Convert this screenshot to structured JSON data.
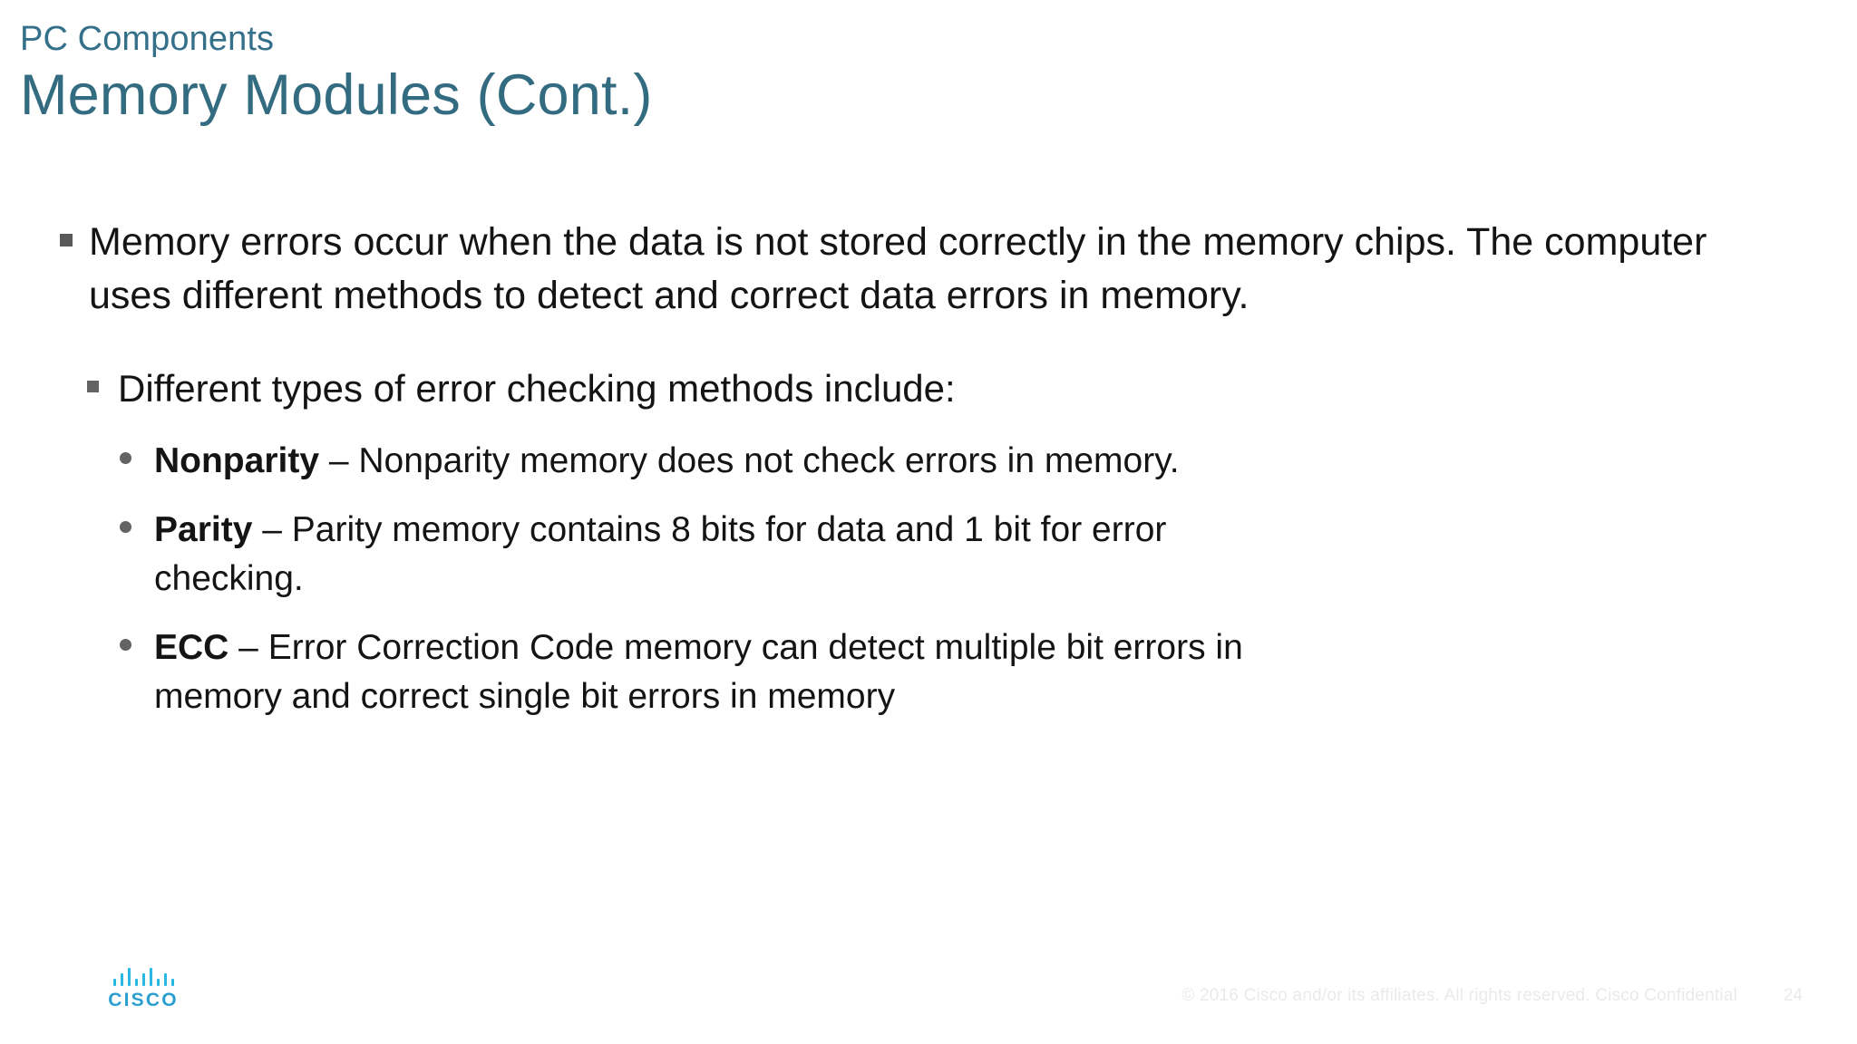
{
  "slide": {
    "eyebrow": "PC Components",
    "title": "Memory Modules (Cont.)",
    "accent_color": "#336C80",
    "background_color": "#ffffff",
    "body_text_color": "#141414"
  },
  "content": {
    "level1": [
      {
        "bullet": "square",
        "text": "Memory errors occur when the data is not stored correctly in the memory chips. The computer uses different methods to detect and correct data errors in memory."
      }
    ],
    "level2": [
      {
        "bullet": "square",
        "text": "Different types of error checking methods include:"
      }
    ],
    "level3": [
      {
        "bullet": "dot",
        "term": "Nonparity",
        "dash": " – ",
        "text": "Nonparity memory does not check errors in memory."
      },
      {
        "bullet": "dot",
        "term": "Parity",
        "dash": " – ",
        "text": "Parity memory contains 8 bits for data and 1 bit for error checking."
      },
      {
        "bullet": "dot",
        "term": "ECC",
        "dash": " – ",
        "text": "Error Correction Code memory can detect multiple bit errors in memory and correct single bit errors in memory"
      }
    ]
  },
  "footer": {
    "logo_name": "cisco-logo",
    "logo_wordmark": "CISCO",
    "logo_color": "#29B8E4",
    "copyright": "© 2016  Cisco and/or its affiliates. All rights reserved.   Cisco Confidential",
    "page_number": "24",
    "footer_text_color": "#EAEAEA"
  }
}
